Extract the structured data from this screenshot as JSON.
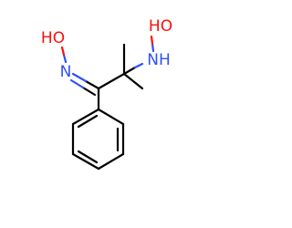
{
  "atoms": [
    {
      "id": "oxime-hydroxyl",
      "label": "HO",
      "element_color": "#ff0d0d"
    },
    {
      "id": "oxime-nitrogen",
      "label": "N",
      "element_color": "#3050f8"
    },
    {
      "id": "hydroxylamine-hydroxyl",
      "label": "HO",
      "element_color": "#ff0d0d"
    },
    {
      "id": "hydroxylamine-amine",
      "label": "NH",
      "element_color": "#3050f8"
    }
  ],
  "colors": {
    "carbon_bond": "#000000",
    "nitrogen": "#3050f8",
    "oxygen": "#ff0d0d",
    "background": "#ffffff"
  }
}
